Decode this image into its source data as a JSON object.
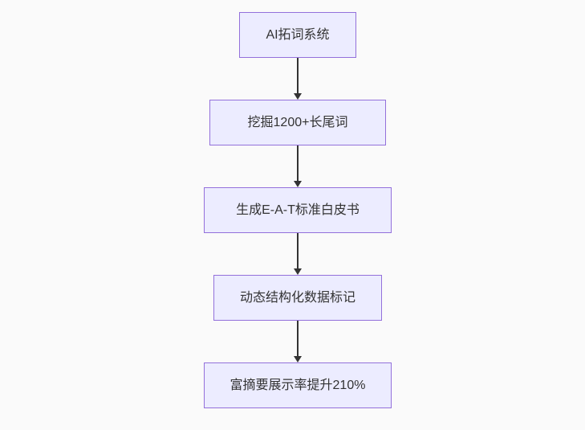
{
  "diagram": {
    "type": "flowchart",
    "direction": "top-down",
    "nodes": [
      {
        "id": "A",
        "label": "AI拓词系统"
      },
      {
        "id": "B",
        "label": "挖掘1200+长尾词"
      },
      {
        "id": "C",
        "label": "生成E-A-T标准白皮书"
      },
      {
        "id": "D",
        "label": "动态结构化数据标记"
      },
      {
        "id": "E",
        "label": "富摘要展示率提升210%"
      }
    ],
    "edges": [
      {
        "from": "A",
        "to": "B"
      },
      {
        "from": "B",
        "to": "C"
      },
      {
        "from": "C",
        "to": "D"
      },
      {
        "from": "D",
        "to": "E"
      }
    ],
    "colors": {
      "node_fill": "#ECECFF",
      "node_border": "#9370DB",
      "edge": "#333333",
      "text": "#333333",
      "background": "#fafafa"
    }
  }
}
